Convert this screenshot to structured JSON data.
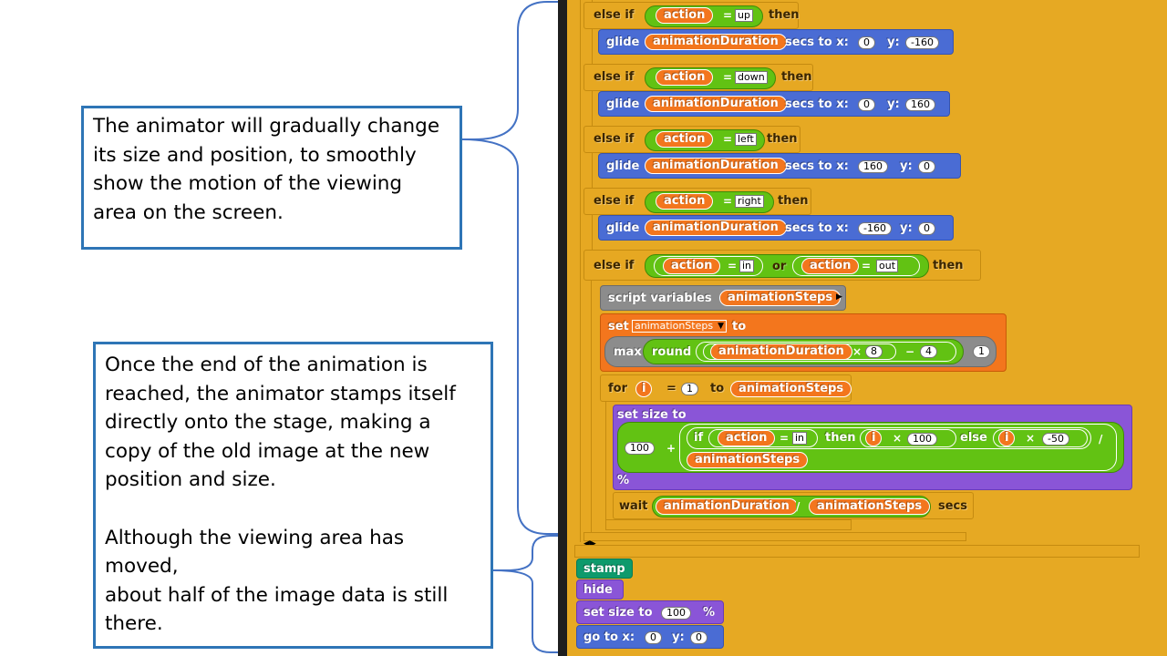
{
  "callout_top": {
    "lines": [
      "The animator will gradually change",
      "its size and position, to smoothly",
      "show the motion of the viewing",
      "area on the screen."
    ]
  },
  "callout_bottom": {
    "para1": [
      "Once the end of the animation is",
      "reached, the animator stamps itself",
      "directly onto the stage, making  a",
      "copy of the old image at the new",
      "position and size."
    ],
    "para2": [
      "Although the viewing area has moved,",
      "about half of the image data is still",
      "there."
    ]
  },
  "colors": {
    "callout_border": "#2E75B6",
    "control": "#E6A822",
    "motion": "#4A6CD4",
    "variables": "#F3761D",
    "operators": "#62C213",
    "looks": "#8A55D7",
    "pen": "#0E9A6C",
    "other": "#8C8C8C"
  },
  "kw": {
    "else_if": "else if",
    "then": "then",
    "glide": "glide",
    "secs_to_x": "secs to x:",
    "y": "y:",
    "or": "or",
    "eq": "=",
    "script_variables": "script variables",
    "set": "set",
    "to": "to",
    "max": "max",
    "round": "round",
    "times": "×",
    "minus": "−",
    "for": "for",
    "set_size_to": "set size to",
    "plus": "+",
    "if": "if",
    "else": "else",
    "slash": "/",
    "percent": "%",
    "wait": "wait",
    "secs": "secs",
    "stamp": "stamp",
    "hide": "hide",
    "go_to_x": "go to x:"
  },
  "vars": {
    "action": "action",
    "animationDuration": "animationDuration",
    "animationSteps": "animationSteps",
    "i": "i"
  },
  "blocks": {
    "up": {
      "cond": "up",
      "x": "0",
      "y": "-160"
    },
    "down": {
      "cond": "down",
      "x": "0",
      "y": "160"
    },
    "left": {
      "cond": "left",
      "x": "160",
      "y": "0"
    },
    "right": {
      "cond": "right",
      "x": "-160",
      "y": "0"
    },
    "zoom": {
      "in": "in",
      "out": "out"
    },
    "set_steps": {
      "mul": "8",
      "sub": "4",
      "max2": "1"
    },
    "for_loop": {
      "start": "1"
    },
    "size": {
      "base": "100",
      "in_mul": "100",
      "out_mul": "-50"
    },
    "final": {
      "size": "100",
      "x": "0",
      "y": "0"
    }
  }
}
